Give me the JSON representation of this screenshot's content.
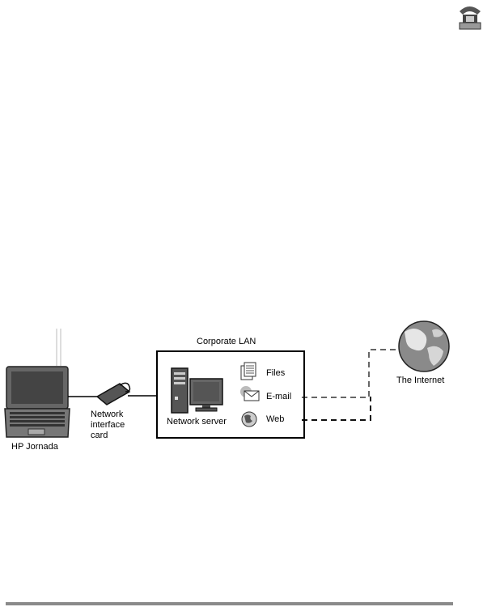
{
  "header": {
    "icon": "phone-modem-icon"
  },
  "diagram": {
    "lan_title": "Corporate LAN",
    "device_label": "HP Jornada",
    "card_label_lines": [
      "Network",
      "interface",
      "card"
    ],
    "server_label": "Network server",
    "services": [
      {
        "label": "Files",
        "icon": "files-icon"
      },
      {
        "label": "E-mail",
        "icon": "email-icon"
      },
      {
        "label": "Web",
        "icon": "web-globe-icon"
      }
    ],
    "internet_label": "The Internet"
  }
}
